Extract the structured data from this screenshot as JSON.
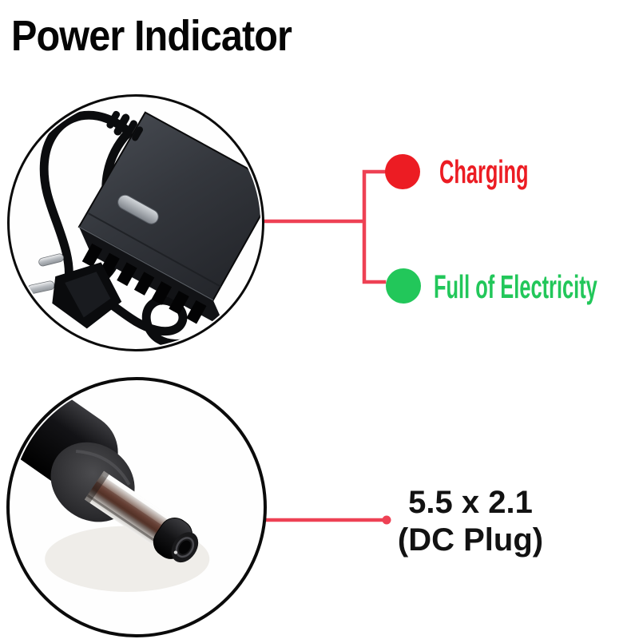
{
  "page": {
    "title": "Power Indicator",
    "background_color": "#ffffff"
  },
  "colors": {
    "connector": "#ee4154",
    "title_text": "#050505",
    "plug_label_text": "#121212",
    "circle_ring": "#0b0b0b"
  },
  "indicators": [
    {
      "id": "charging",
      "label": "Charging",
      "color": "#ec1c23"
    },
    {
      "id": "full",
      "label": "Full of Electricity",
      "color": "#22c75a"
    }
  ],
  "dc_plug": {
    "size_label": "5.5 x 2.1",
    "type_label": "(DC Plug)"
  },
  "figures": [
    {
      "name": "adapter-photo",
      "icon": "eu-power-adapter-with-coiled-cable"
    },
    {
      "name": "dc-plug-photo",
      "icon": "dc-barrel-plug-closeup"
    }
  ]
}
